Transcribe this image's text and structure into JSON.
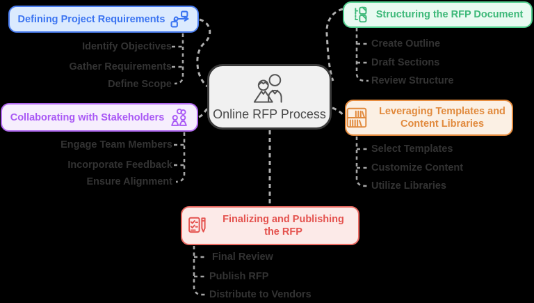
{
  "diagram": {
    "type": "mindmap",
    "connector_color": "#b0b0b0",
    "subitem_text_color": "#333333",
    "center": {
      "label": "Online RFP Process",
      "icon": "people-icon",
      "bg": "#f1f1f1",
      "border": "#3a3a3a",
      "text_color": "#4a4a4a"
    },
    "branches": [
      {
        "label": "Defining Project Requirements",
        "icon": "flowchart-icon",
        "text_color": "#3b74f1",
        "border": "#4a7df0",
        "bg": "#dbeafe",
        "children": [
          "Identify Objectives",
          "Gather Requirements",
          "Define Scope"
        ]
      },
      {
        "label": "Structuring the RFP Document",
        "icon": "file-tree-icon",
        "text_color": "#3cb878",
        "border": "#52cf8e",
        "bg": "#e9faf1",
        "children": [
          "Create Outline",
          "Draft Sections",
          "Review Structure"
        ]
      },
      {
        "label": "Collaborating with Stakeholders",
        "icon": "linked-users-icon",
        "text_color": "#a958f5",
        "border": "#b168f0",
        "bg": "#f6eefd",
        "children": [
          "Engage Team Members",
          "Incorporate Feedback",
          "Ensure Alignment"
        ]
      },
      {
        "label": "Leveraging Templates and Content Libraries",
        "icon": "bookshelf-icon",
        "text_color": "#e18a3d",
        "border": "#e78c3e",
        "bg": "#fbf0e4",
        "children": [
          "Select Templates",
          "Customize Content",
          "Utilize Libraries"
        ]
      },
      {
        "label": "Finalizing and Publishing the RFP",
        "icon": "checklist-pen-icon",
        "text_color": "#e4524e",
        "border": "#ea6a62",
        "bg": "#fceae8",
        "children": [
          "Final Review",
          "Publish RFP",
          "Distribute to Vendors"
        ]
      }
    ]
  }
}
